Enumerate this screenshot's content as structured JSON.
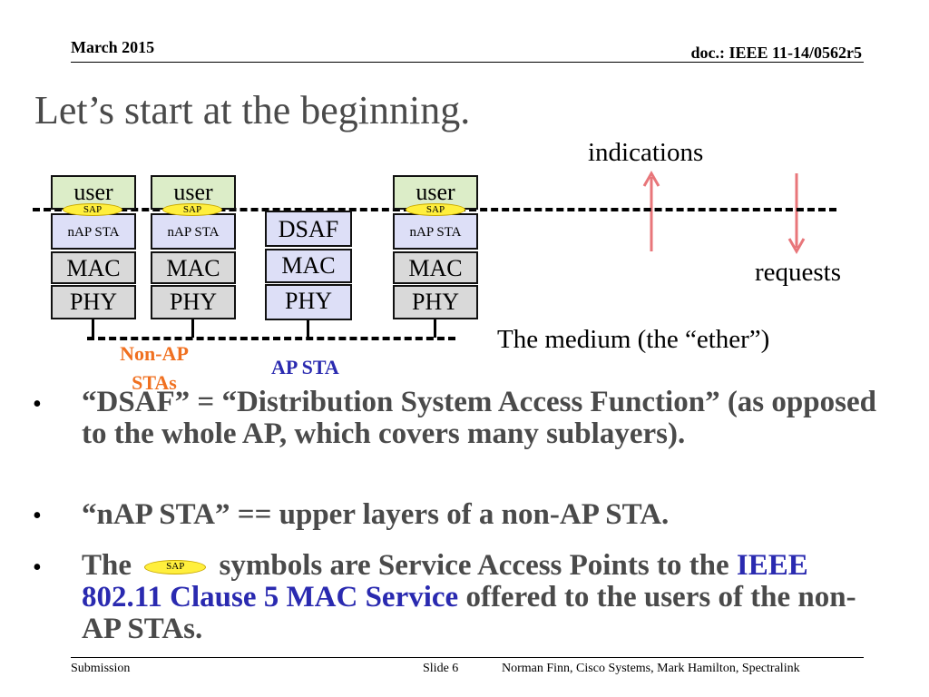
{
  "header": {
    "date": "March 2015",
    "doc": "doc.: IEEE 11-14/0562r5"
  },
  "title": "Let’s start at the beginning.",
  "diagram": {
    "indications": "indications",
    "requests": "requests",
    "medium": "The medium (the “ether”)",
    "non_ap_label": "Non-AP STAs",
    "ap_label": "AP STA",
    "stacks": [
      {
        "user": "user",
        "sap": "SAP",
        "upper": "nAP STA",
        "mac": "MAC",
        "phy": "PHY"
      },
      {
        "user": "user",
        "sap": "SAP",
        "upper": "nAP STA",
        "mac": "MAC",
        "phy": "PHY"
      },
      {
        "upper": "DSAF",
        "mac": "MAC",
        "phy": "PHY"
      },
      {
        "user": "user",
        "sap": "SAP",
        "upper": "nAP STA",
        "mac": "MAC",
        "phy": "PHY"
      }
    ],
    "colors": {
      "arrow": "#e8767a",
      "non_ap": "#f07020",
      "ap": "#2a2ab0",
      "sap": "#ffef3d"
    }
  },
  "bullets": {
    "b1": "“DSAF” = “Distribution System Access Function” (as opposed to the whole AP, which covers many sublayers).",
    "b2": "“nAP STA” == upper layers of a non-AP STA.",
    "b3_pre": "The",
    "b3_sap": "SAP",
    "b3_mid": "symbols are Service Access Points to the",
    "b3_link": "IEEE 802.11 Clause 5 MAC Service",
    "b3_post": "offered to the users of the non-AP STAs."
  },
  "footer": {
    "left": "Submission",
    "slide": "Slide 6",
    "authors": "Norman Finn, Cisco Systems, Mark Hamilton, Spectralink"
  }
}
